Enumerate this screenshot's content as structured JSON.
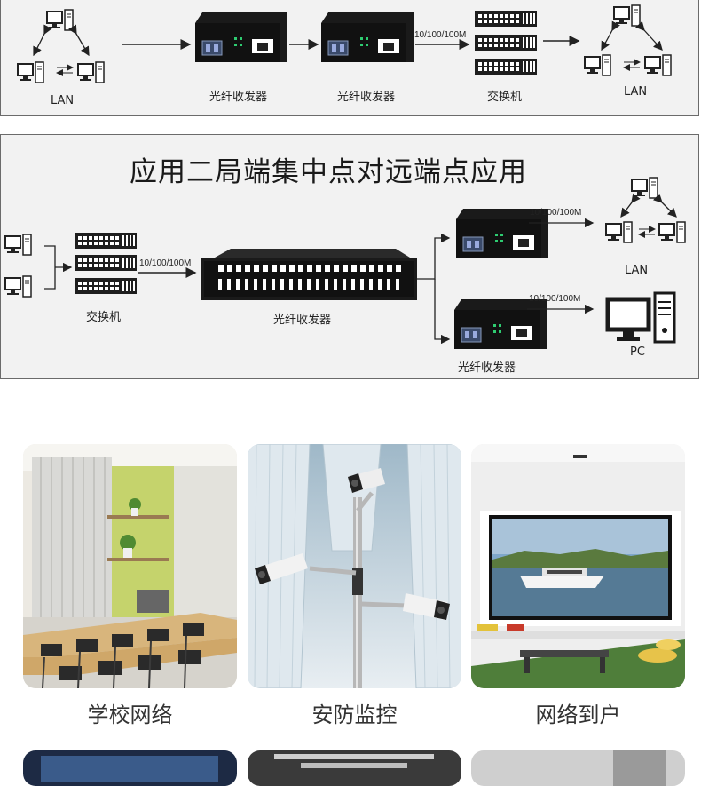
{
  "panel1": {
    "lan_left": "LAN",
    "transceiver_1": "光纤收发器",
    "transceiver_2": "光纤收发器",
    "speed": "10/100/100M",
    "switch": "交换机",
    "lan_right": "LAN"
  },
  "panel2": {
    "title": "应用二局端集中点对远端点应用",
    "switch": "交换机",
    "speed_left": "10/100/100M",
    "rack_transceiver": "光纤收发器",
    "speed_top": "10/100/100M",
    "speed_bottom": "10/100/100M",
    "lan": "LAN",
    "pc": "PC",
    "transceiver_bottom": "光纤收发器"
  },
  "applications": [
    {
      "caption": "学校网络",
      "icon": "classroom-photo"
    },
    {
      "caption": "安防监控",
      "icon": "security-camera-photo"
    },
    {
      "caption": "网络到户",
      "icon": "home-tv-photo"
    }
  ],
  "colors": {
    "panel_bg": "#f2f2f2",
    "border": "#6b6b6b",
    "device": "#1e1e1e",
    "caption": "#333333"
  }
}
